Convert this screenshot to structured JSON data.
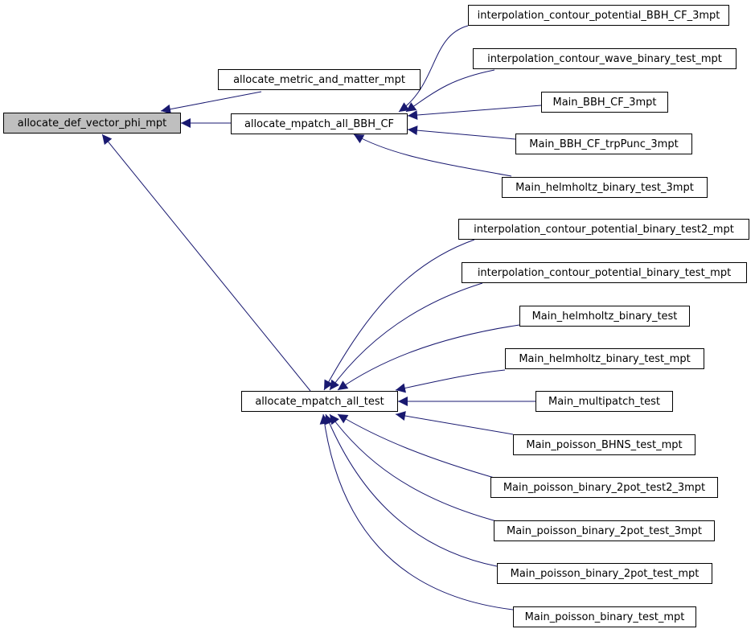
{
  "colors": {
    "edge": "#191970",
    "root_fill": "#bfbfbf",
    "node_fill": "#ffffff",
    "border": "#000000"
  },
  "nodes": {
    "root": "allocate_def_vector_phi_mpt",
    "metric_matter": "allocate_metric_and_matter_mpt",
    "mpatch_bbh_cf": "allocate_mpatch_all_BBH_CF",
    "mpatch_test": "allocate_mpatch_all_test",
    "interp_bbh_cf_3mpt": "interpolation_contour_potential_BBH_CF_3mpt",
    "interp_wave_binary": "interpolation_contour_wave_binary_test_mpt",
    "main_bbh_cf_3mpt": "Main_BBH_CF_3mpt",
    "main_bbh_cf_trppunc": "Main_BBH_CF_trpPunc_3mpt",
    "main_helmholtz_binary_test_3mpt": "Main_helmholtz_binary_test_3mpt",
    "interp_binary_test2": "interpolation_contour_potential_binary_test2_mpt",
    "interp_binary_test": "interpolation_contour_potential_binary_test_mpt",
    "main_helmholtz_binary_test": "Main_helmholtz_binary_test",
    "main_helmholtz_binary_test_mpt": "Main_helmholtz_binary_test_mpt",
    "main_multipatch_test": "Main_multipatch_test",
    "main_poisson_bhns": "Main_poisson_BHNS_test_mpt",
    "main_poisson_2pot_test2_3mpt": "Main_poisson_binary_2pot_test2_3mpt",
    "main_poisson_2pot_test_3mpt": "Main_poisson_binary_2pot_test_3mpt",
    "main_poisson_2pot_test_mpt": "Main_poisson_binary_2pot_test_mpt",
    "main_poisson_binary_test_mpt": "Main_poisson_binary_test_mpt"
  }
}
